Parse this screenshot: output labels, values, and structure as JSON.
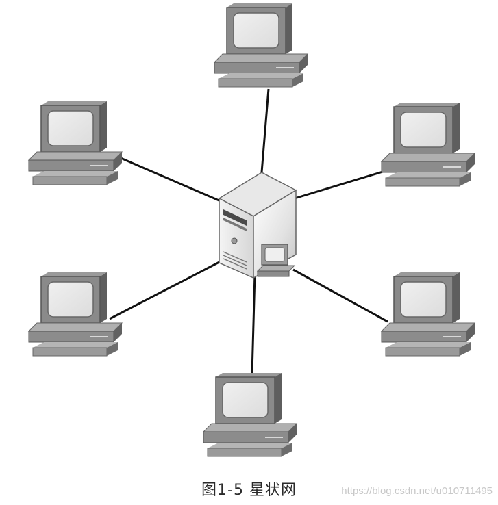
{
  "diagram": {
    "caption": "图1-5 星状网",
    "watermark": "https://blog.csdn.net/u010711495",
    "nodes": [
      {
        "id": "server",
        "kind": "server"
      },
      {
        "id": "pc-top",
        "kind": "computer"
      },
      {
        "id": "pc-upper-left",
        "kind": "computer"
      },
      {
        "id": "pc-upper-right",
        "kind": "computer"
      },
      {
        "id": "pc-lower-left",
        "kind": "computer"
      },
      {
        "id": "pc-lower-right",
        "kind": "computer"
      },
      {
        "id": "pc-bottom",
        "kind": "computer"
      }
    ],
    "edges": [
      {
        "from": "server",
        "to": "pc-top"
      },
      {
        "from": "server",
        "to": "pc-upper-left"
      },
      {
        "from": "server",
        "to": "pc-upper-right"
      },
      {
        "from": "server",
        "to": "pc-lower-left"
      },
      {
        "from": "server",
        "to": "pc-lower-right"
      },
      {
        "from": "server",
        "to": "pc-bottom"
      }
    ]
  }
}
